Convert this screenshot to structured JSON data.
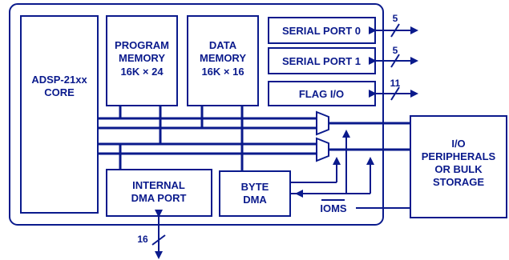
{
  "core": {
    "line1": "ADSP-21xx",
    "line2": "CORE"
  },
  "program_memory": {
    "line1": "PROGRAM",
    "line2": "MEMORY",
    "line3": "16K × 24"
  },
  "data_memory": {
    "line1": "DATA",
    "line2": "MEMORY",
    "line3": "16K × 16"
  },
  "serial_port_0": {
    "label": "SERIAL PORT 0",
    "width": "5"
  },
  "serial_port_1": {
    "label": "SERIAL PORT 1",
    "width": "5"
  },
  "flag_io": {
    "label": "FLAG I/O",
    "width": "11"
  },
  "internal_dma": {
    "line1": "INTERNAL",
    "line2": "DMA PORT",
    "width": "16"
  },
  "byte_dma": {
    "line1": "BYTE",
    "line2": "DMA"
  },
  "ioms": {
    "label": "IOMS"
  },
  "peripherals": {
    "line1": "I/O",
    "line2": "PERIPHERALS",
    "line3": "OR BULK",
    "line4": "STORAGE"
  },
  "colors": {
    "ink": "#0a1a8c",
    "background": "#ffffff"
  }
}
